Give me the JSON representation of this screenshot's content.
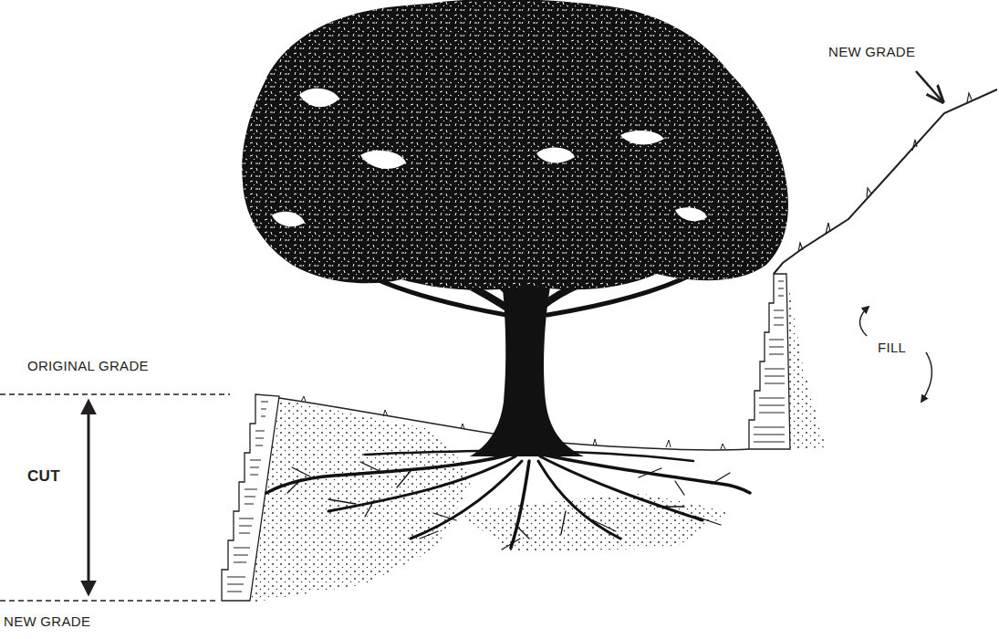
{
  "diagram": {
    "labels": [
      "ORIGINAL GRADE",
      "CUT",
      "NEW GRADE",
      "NEW GRADE",
      "FILL"
    ]
  }
}
